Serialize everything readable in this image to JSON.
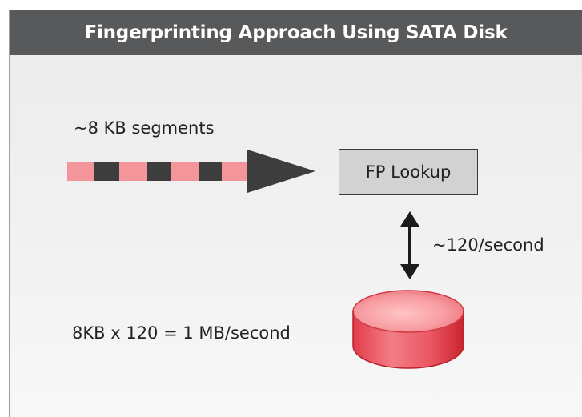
{
  "diagram": {
    "title": "Fingerprinting Approach Using SATA Disk",
    "segments_label": "~8 KB segments",
    "fp_lookup_label": "FP Lookup",
    "rate_label": "~120/second",
    "throughput_label": "8KB x 120 = 1 MB/second"
  },
  "colors": {
    "header_bg": "#58595b",
    "segment_pink": "#f3959a",
    "segment_dark": "#3d3d3d",
    "arrow_head": "#3d3d3d",
    "disk_red": "#e84a55",
    "box_fill": "#d2d2d2"
  },
  "icons": {
    "segment_stream": "segment-stream-arrow-icon",
    "bidirectional": "double-headed-arrow-icon",
    "disk": "disk-cylinder-icon"
  }
}
